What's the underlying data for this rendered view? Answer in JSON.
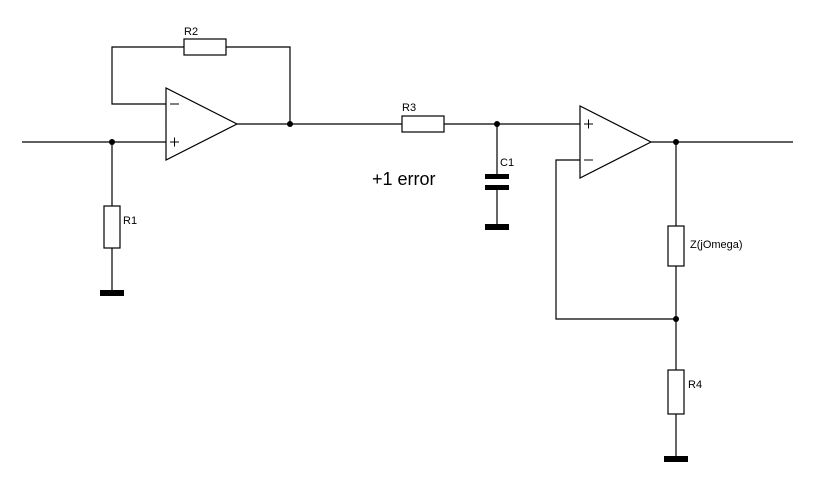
{
  "components": {
    "r1": "R1",
    "r2": "R2",
    "r3": "R3",
    "r4": "R4",
    "c1": "C1",
    "z": "Z(jOmega)"
  },
  "annotation": "+1 error",
  "colors": {
    "ink": "#000000",
    "background": "#ffffff"
  }
}
